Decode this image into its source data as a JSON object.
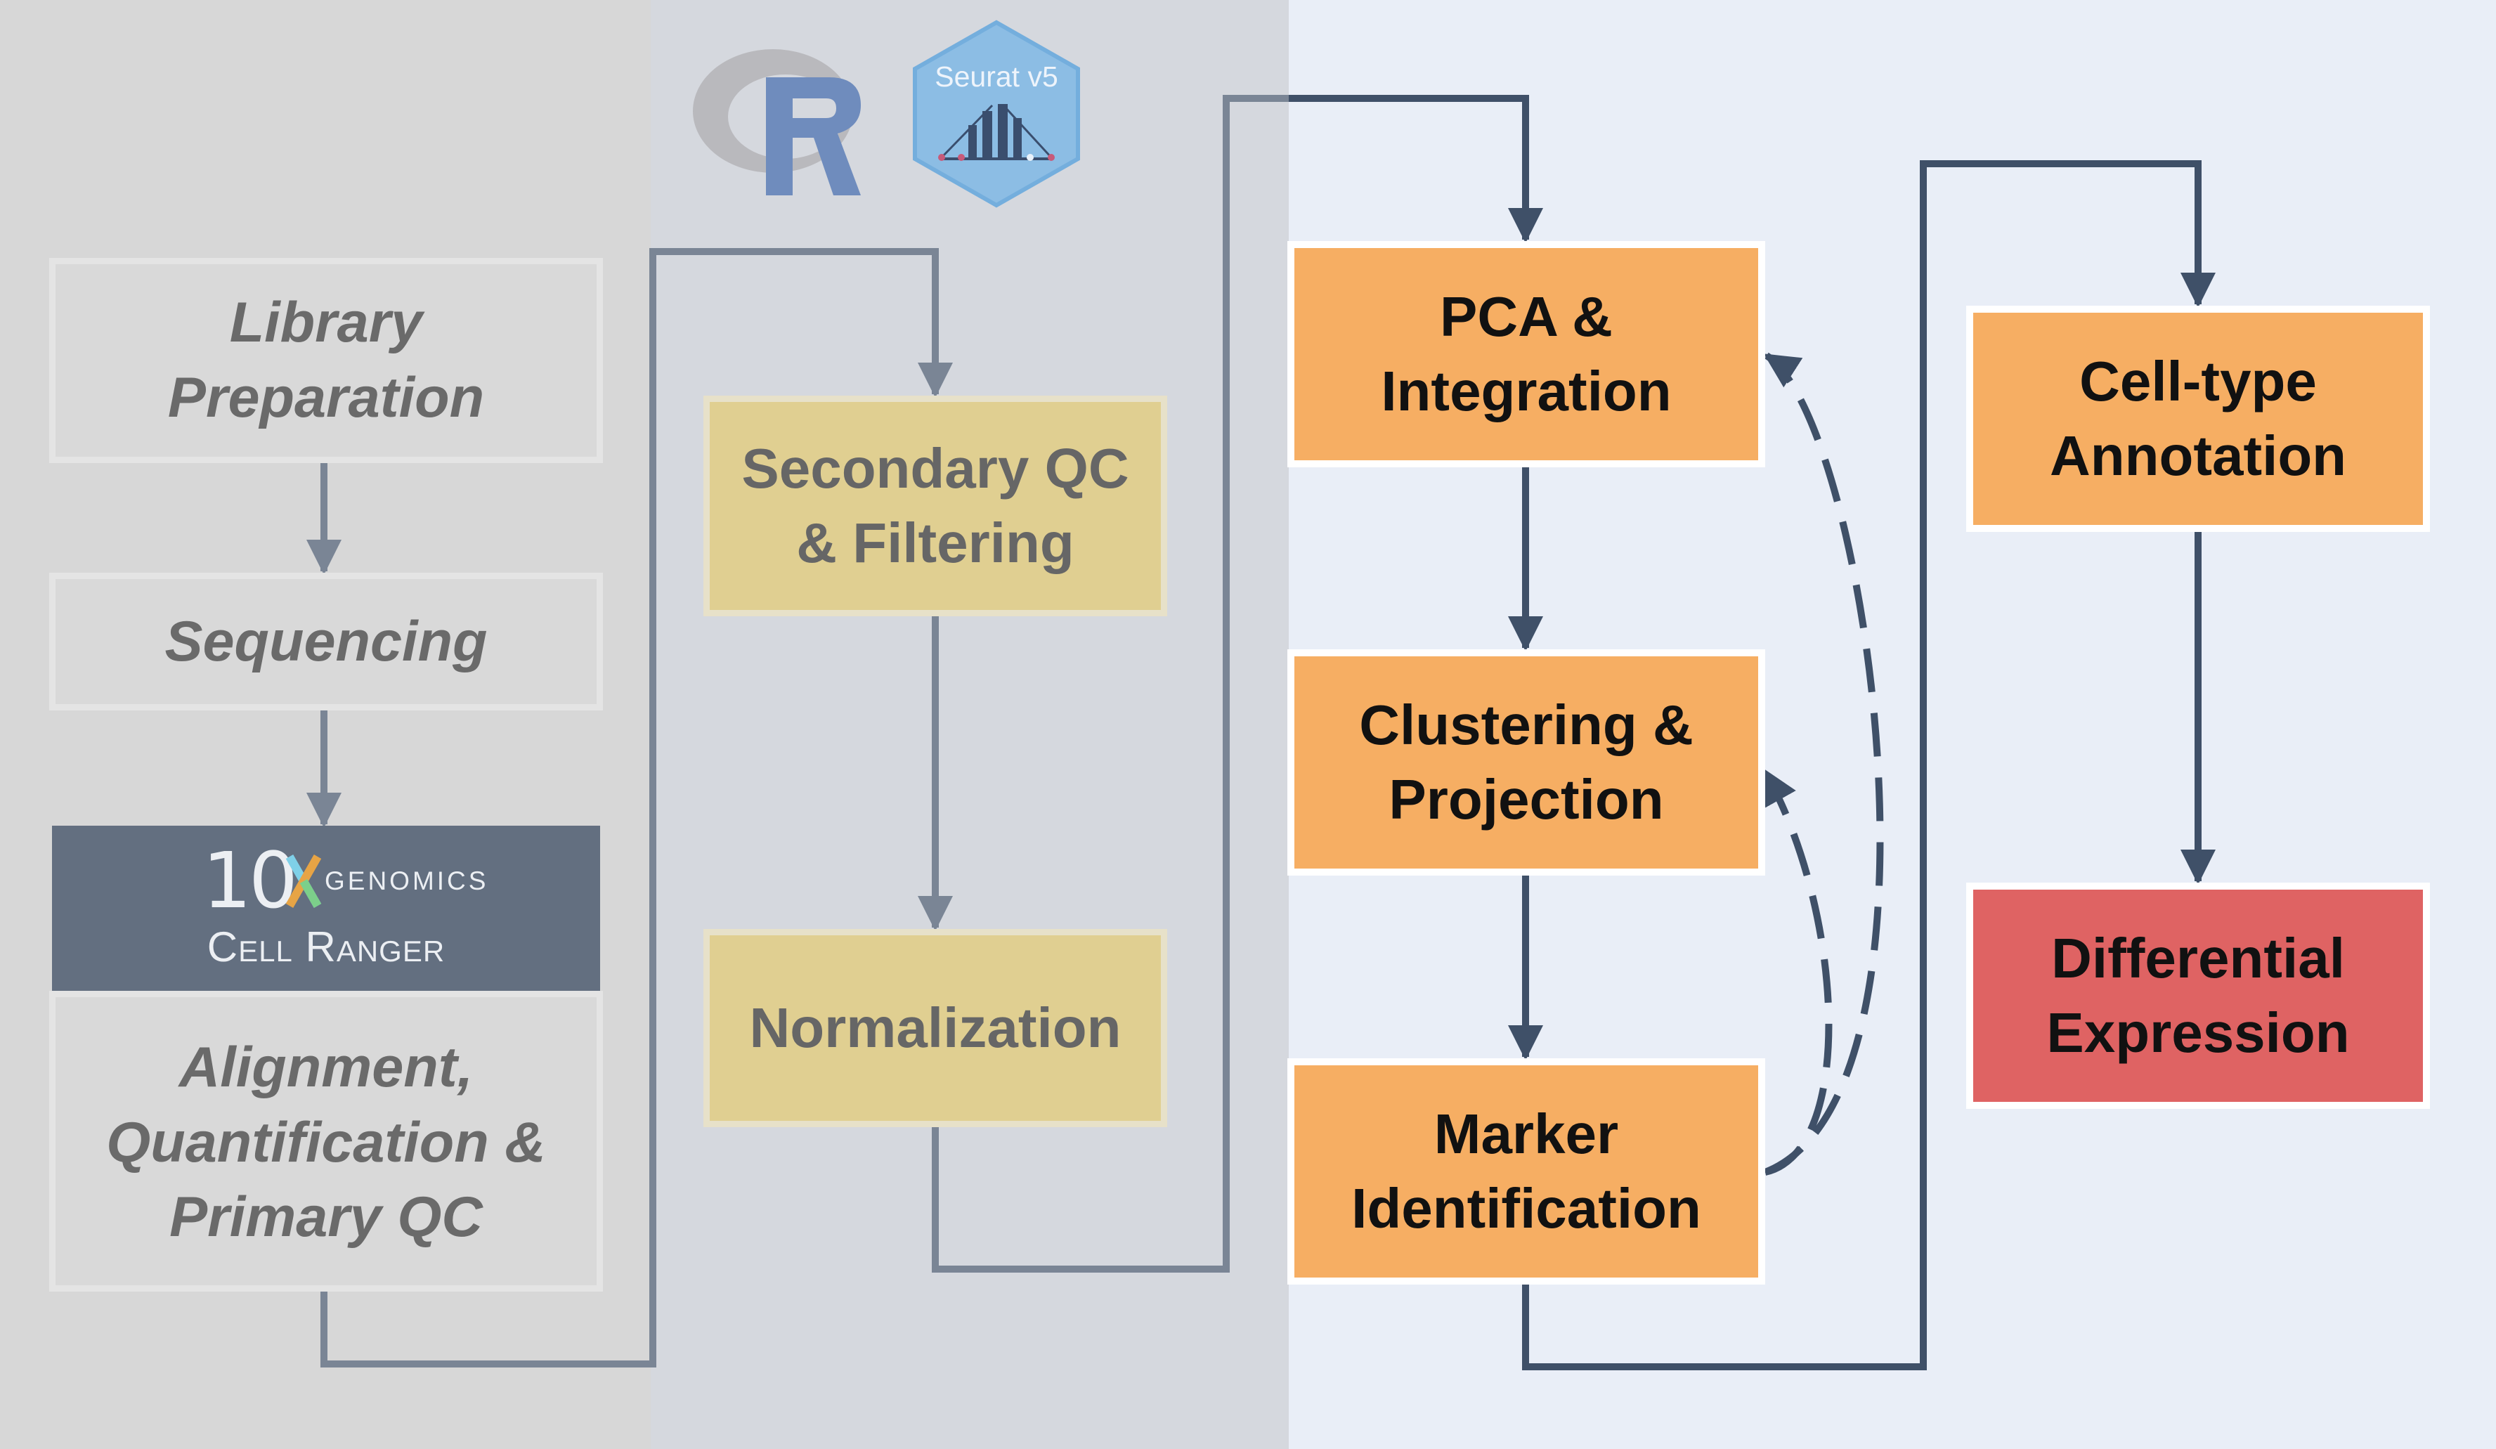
{
  "logos": {
    "r": {
      "name": "R"
    },
    "seurat": {
      "text": "Seurat v5"
    },
    "cellranger": {
      "brand_10": "10",
      "brand_genomics": "GENOMICS",
      "product": "Cell Ranger"
    }
  },
  "stages": {
    "library_preparation": [
      "Library",
      "Preparation"
    ],
    "sequencing": [
      "Sequencing"
    ],
    "alignment": [
      "Alignment,",
      "Quantification &",
      "Primary QC"
    ],
    "secondary_qc": [
      "Secondary QC",
      "& Filtering"
    ],
    "normalization": [
      "Normalization"
    ],
    "pca_integration": [
      "PCA &",
      "Integration"
    ],
    "clustering_projection": [
      "Clustering &",
      "Projection"
    ],
    "marker_identification": [
      "Marker",
      "Identification"
    ],
    "celltype_annotation": [
      "Cell-type",
      "Annotation"
    ],
    "differential_expression": [
      "Differential",
      "Expression"
    ]
  },
  "colors": {
    "preprocessing_panel": "#d7d7d7",
    "r_panel": "#d5d8de",
    "downstream_panel": "#e9eef7",
    "beige_step": "#e0cf91",
    "orange_step": "#f6ae63",
    "red_step": "#df6363",
    "cellranger_banner": "#636f80",
    "connector_grey": "#7a8595",
    "connector_dark": "#3f5068"
  },
  "edges": [
    {
      "from": "library_preparation",
      "to": "sequencing",
      "style": "solid"
    },
    {
      "from": "sequencing",
      "to": "alignment",
      "style": "solid"
    },
    {
      "from": "alignment",
      "to": "secondary_qc",
      "style": "solid"
    },
    {
      "from": "secondary_qc",
      "to": "normalization",
      "style": "solid"
    },
    {
      "from": "normalization",
      "to": "pca_integration",
      "style": "solid"
    },
    {
      "from": "pca_integration",
      "to": "clustering_projection",
      "style": "solid"
    },
    {
      "from": "clustering_projection",
      "to": "marker_identification",
      "style": "solid"
    },
    {
      "from": "marker_identification",
      "to": "clustering_projection",
      "style": "dashed"
    },
    {
      "from": "marker_identification",
      "to": "pca_integration",
      "style": "dashed"
    },
    {
      "from": "marker_identification",
      "to": "celltype_annotation",
      "style": "solid"
    },
    {
      "from": "celltype_annotation",
      "to": "differential_expression",
      "style": "solid"
    }
  ]
}
